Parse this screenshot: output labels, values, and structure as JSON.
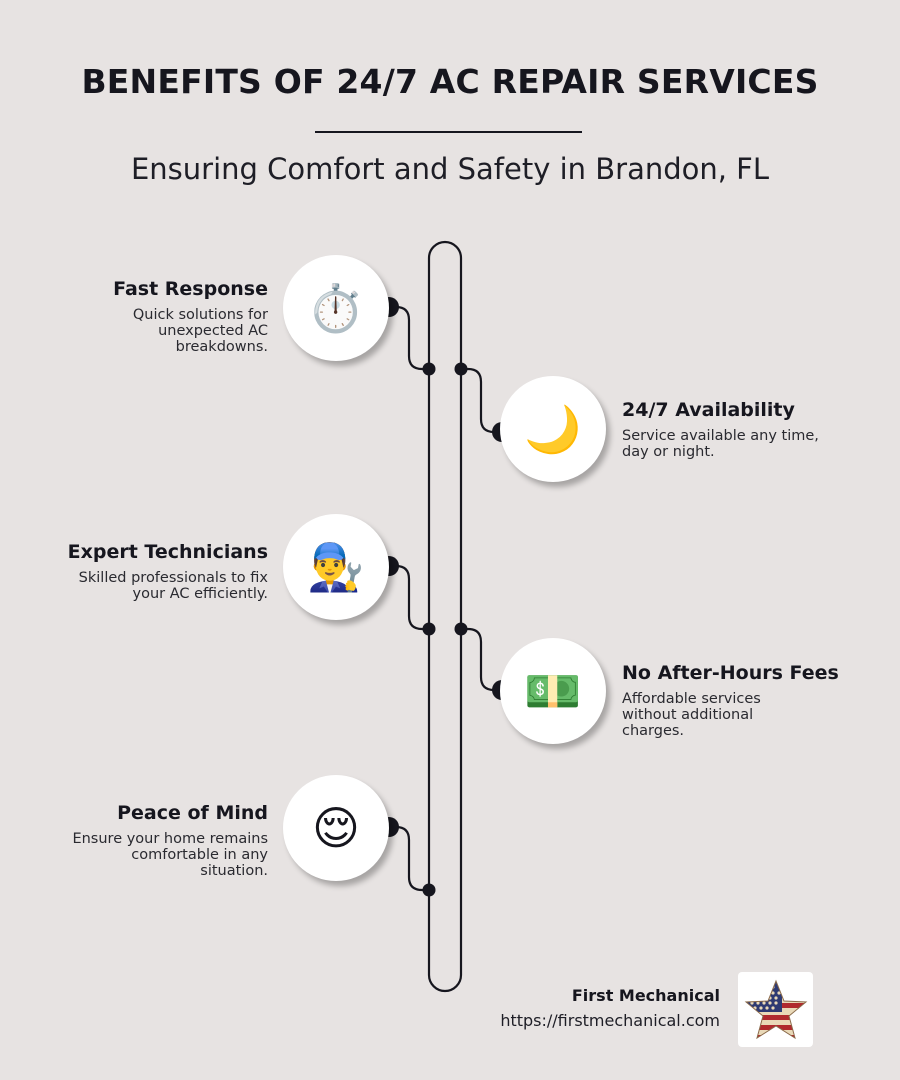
{
  "header": {
    "title": "BENEFITS OF 24/7 AC REPAIR SERVICES",
    "subtitle": "Ensuring Comfort and Safety in Brandon, FL"
  },
  "items": [
    {
      "title": "Fast Response",
      "description_lines": [
        "Quick solutions for",
        "unexpected AC",
        "breakdowns."
      ],
      "icon": "stopwatch-icon",
      "glyph": "⏱️",
      "side": "left"
    },
    {
      "title": "24/7 Availability",
      "description_lines": [
        "Service available any time,",
        "day or night."
      ],
      "icon": "crescent-moon-icon",
      "glyph": "🌙",
      "side": "right"
    },
    {
      "title": "Expert Technicians",
      "description_lines": [
        "Skilled professionals to fix",
        "your AC efficiently."
      ],
      "icon": "mechanic-icon",
      "glyph": "👨‍🔧",
      "side": "left"
    },
    {
      "title": "No After-Hours Fees",
      "description_lines": [
        "Affordable services",
        "without additional",
        "charges."
      ],
      "icon": "dollar-banknote-icon",
      "glyph": "💵",
      "side": "right"
    },
    {
      "title": "Peace of Mind",
      "description_lines": [
        "Ensure your home remains",
        "comfortable in any",
        "situation."
      ],
      "icon": "relieved-face-icon",
      "glyph": "😌",
      "side": "left"
    }
  ],
  "footer": {
    "brand_name": "First Mechanical",
    "url": "https://firstmechanical.com",
    "logo_icon": "american-flag-star-icon"
  },
  "colors": {
    "background": "#e7e3e2",
    "line": "#16161e",
    "circle": "#ffffff",
    "text": "#16161e"
  }
}
